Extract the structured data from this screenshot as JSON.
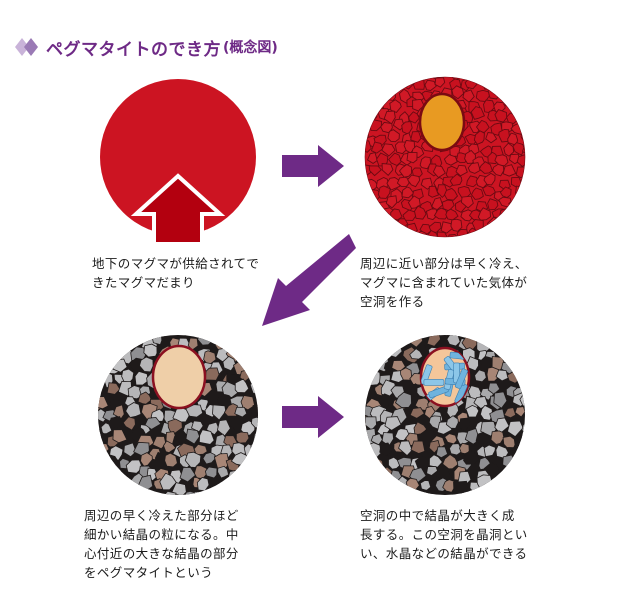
{
  "title": {
    "main": "ペグマタイトのでき方",
    "sub": "(概念図)"
  },
  "colors": {
    "accent": "#6e2a86",
    "magma": "#cc1422",
    "magma_dark": "#a8000e",
    "cavity_orange": "#e89a22",
    "cavity_beige": "#efcfa8",
    "crystal_blue": "#6fb3de",
    "rim": "#8b1020"
  },
  "stages": [
    {
      "id": "magma-supply",
      "caption_lines": [
        "地下のマグマが供給されてで",
        "きたマグマだまり"
      ]
    },
    {
      "id": "cavity-formed",
      "caption_lines": [
        "周辺に近い部分は早く冷え、",
        "マグマに含まれていた気体が",
        "空洞を作る"
      ]
    },
    {
      "id": "fine-crystals",
      "caption_lines": [
        "周辺の早く冷えた部分ほど",
        "細かい結晶の粒になる。中",
        "心付近の大きな結晶の部分",
        "をペグマタイトという"
      ]
    },
    {
      "id": "crystal-growth",
      "caption_lines": [
        "空洞の中で結晶が大きく成",
        "長する。この空洞を晶洞とい",
        "い、水晶などの結晶ができる"
      ]
    }
  ]
}
